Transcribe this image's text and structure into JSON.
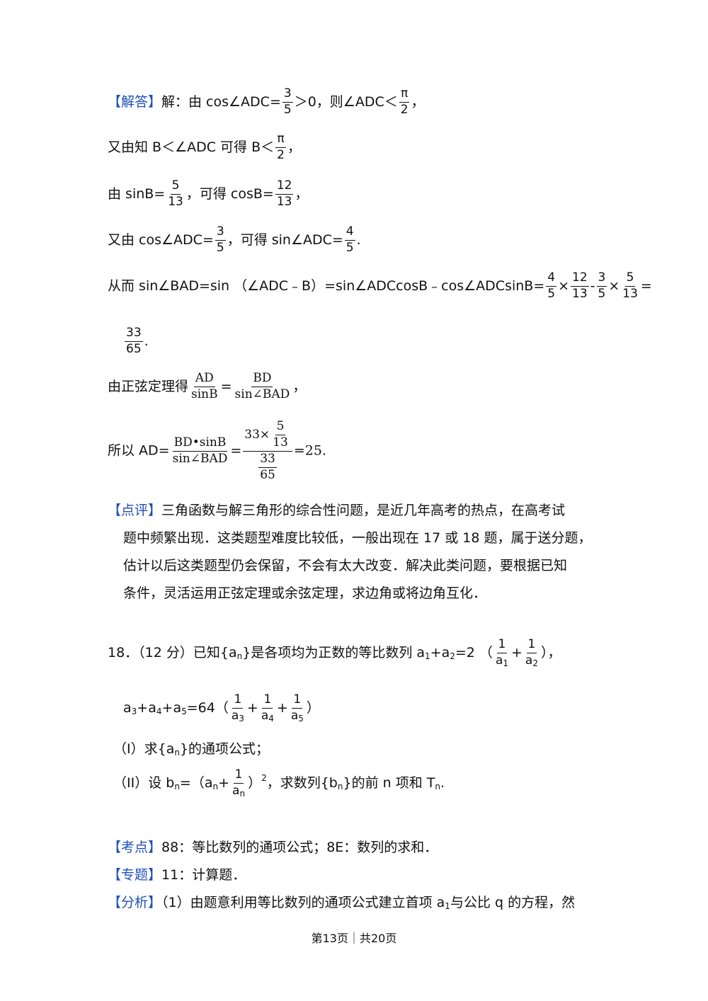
{
  "jieda": {
    "tag": "【解答】",
    "l1a": "解：由 cos∠ADC=",
    "l1b": "＞0，则∠ADC＜",
    "l1c": "，",
    "l2a": "又由知 B＜∠ADC 可得 B＜",
    "l2b": "，",
    "l3a": "由 sinB=",
    "l3b": "，可得 cosB=",
    "l3c": "，",
    "l4a": "又由 cos∠ADC=",
    "l4b": "，可得 sin∠ADC=",
    "l4c": ".",
    "l5a": "从而 sin∠BAD=sin （∠ADC﹣B）=sin∠ADCcosB﹣cos∠ADCsinB=",
    "times": "×",
    "minus": "-",
    "eq": "=",
    "l6b": ".",
    "l7a": "由正弦定理得",
    "l7b": "，",
    "l8a": "所以 AD=",
    "l8b": "=25."
  },
  "fractions": {
    "three": "3",
    "five": "5",
    "pi": "π",
    "two": "2",
    "twelve": "12",
    "thirteen": "13",
    "four": "4",
    "thirtythree": "33",
    "sixtyfive": "65",
    "AD": "AD",
    "sinB": "sinB",
    "BD": "BD",
    "sinBAD": "sin∠BAD",
    "BDsinB": "BD•sinB",
    "thirtythree_times": "33×"
  },
  "dianping": {
    "tag": "【点评】",
    "lines": [
      "三角函数与解三角形的综合性问题，是近几年高考的热点，在高考试",
      "题中频繁出现．这类题型难度比较低，一般出现在 17 或 18 题，属于送分题，",
      "估计以后这类题型仍会保留，不会有太大改变．解决此类问题，要根据已知",
      "条件，灵活运用正弦定理或余弦定理，求边角或将边角互化．"
    ]
  },
  "q18": {
    "head": "18．（12 分）已知{a",
    "n": "n",
    "mid": "}是各项均为正数的等比数列 a",
    "s1": "1",
    "plus": "+",
    "s2": "2",
    "eq2": "=2 （",
    "one": "1",
    "a": "a",
    "close": "），",
    "l2a": "a",
    "s3": "3",
    "s4": "4",
    "s5": "5",
    "eq64": "=64（",
    "close2": "）",
    "part1": "（I）求{a",
    "part1b": "}的通项公式；",
    "part2a": "（II）设 b",
    "part2b": "=（a",
    "part2c": "）",
    "sq": "2",
    "part2d": "，求数列{b",
    "part2e": "}的前 n 项和 T",
    "part2f": "."
  },
  "kaodian": {
    "tag": "【考点】",
    "text": "88：等比数列的通项公式；8E：数列的求和．"
  },
  "zhuanti": {
    "tag": "【专题】",
    "text": "11：计算题．"
  },
  "fenxi": {
    "tag": "【分析】",
    "text_a": "（1）由题意利用等比数列的通项公式建立首项 a",
    "text_b": "与公比 q 的方程，然"
  },
  "footer": "第13页｜共20页",
  "colors": {
    "tag": "#1f4fb6"
  }
}
